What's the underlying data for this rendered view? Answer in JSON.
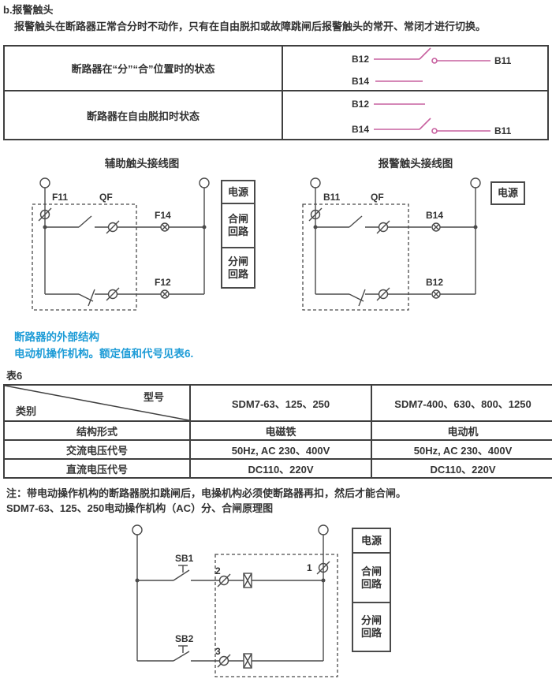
{
  "heading": "b.报警触头",
  "intro": "报警触头在断路器正常合分时不动作，只有在自由脱扣或故障跳闸后报警触头的常开、常闭才进行切换。",
  "state_table": {
    "row1_label": "断路器在“分”“合”位置时的状态",
    "row2_label": "断路器在自由脱扣时状态",
    "b11": "B11",
    "b12": "B12",
    "b14": "B14"
  },
  "aux_diagram": {
    "title": "辅助触头接线图",
    "f11": "F11",
    "qf": "QF",
    "f14": "F14",
    "f12": "F12",
    "legend": {
      "power": "电源",
      "close": "合闸\n回路",
      "open": "分闸\n回路"
    }
  },
  "alarm_diagram": {
    "title": "报警触头接线图",
    "b11": "B11",
    "qf": "QF",
    "b14": "B14",
    "b12": "B12",
    "legend": {
      "power": "电源"
    }
  },
  "structure_notes": {
    "line1": "断路器的外部结构",
    "line2": "电动机操作机构。额定值和代号见表6."
  },
  "table6": {
    "caption": "表6",
    "corner_top": "型号",
    "corner_bottom": "类别",
    "model_col1": "SDM7-63、125、250",
    "model_col2": "SDM7-400、630、800、1250",
    "rows": [
      {
        "label": "结构形式",
        "v1": "电磁铁",
        "v2": "电动机"
      },
      {
        "label": "交流电压代号",
        "v1": "50Hz, AC 230、400V",
        "v2": "50Hz, AC 230、400V"
      },
      {
        "label": "直流电压代号",
        "v1": "DC110、220V",
        "v2": "DC110、220V"
      }
    ]
  },
  "footnote": {
    "line1": "注：带电动操作机构的断路器脱扣跳闸后，电操机构必须使断路器再扣，然后才能合闸。",
    "line2": "SDM7-63、125、250电动操作机构（AC）分、合闸原理图"
  },
  "motor_diagram": {
    "sb1": "SB1",
    "sb2": "SB2",
    "n1": "1",
    "n2": "2",
    "n3": "3",
    "legend": {
      "power": "电源",
      "close": "合闸\n回路",
      "open": "分闸\n回路"
    }
  },
  "colors": {
    "accent_pink": "#c7609f",
    "accent_blue": "#1e9cd7",
    "ink": "#333333",
    "line": "#4a4a4a"
  }
}
